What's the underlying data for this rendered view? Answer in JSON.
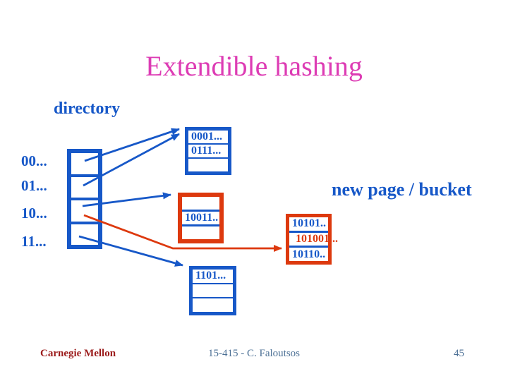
{
  "slide": {
    "title": "Extendible hashing",
    "diagram": {
      "directory_label": "directory",
      "directory_entries": [
        "00...",
        "01...",
        "10...",
        "11..."
      ],
      "new_page_label": "new page / bucket",
      "buckets": {
        "top": {
          "rows": [
            "0001...",
            "0111...",
            ""
          ]
        },
        "middle": {
          "rows": [
            "",
            "10011..",
            ""
          ]
        },
        "new_page": {
          "rows": [
            "10101..",
            "101001...",
            "10110.."
          ]
        },
        "bottom": {
          "rows": [
            "1101...",
            "",
            ""
          ]
        }
      }
    },
    "footer": {
      "brand": "Carnegie Mellon",
      "course": "15-415 - C. Faloutsos",
      "page_number": "45"
    },
    "colors": {
      "title_magenta": "#dd3cb4",
      "diagram_blue": "#1758c8",
      "highlight_red": "#dd390e",
      "footer_blue_gray": "#4c7095",
      "brand_dark_red": "#9b1b1b"
    }
  }
}
